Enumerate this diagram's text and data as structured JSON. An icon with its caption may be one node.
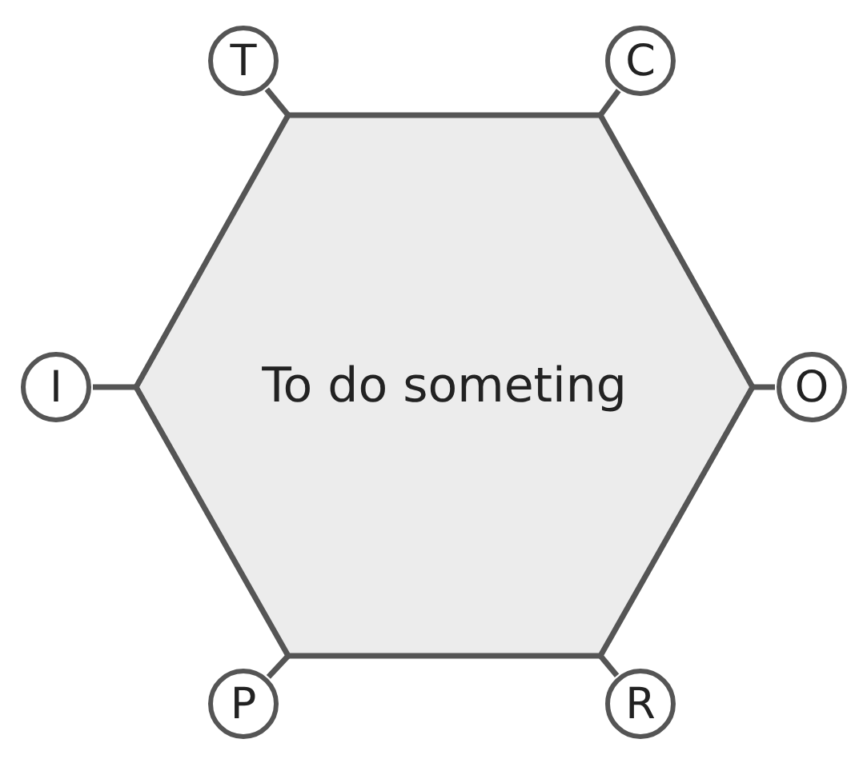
{
  "diagram": {
    "nodes": [
      {
        "text": [
          "To do someting"
        ]
      },
      {
        "text": [
          "T"
        ]
      },
      {
        "text": [
          "C"
        ]
      },
      {
        "text": [
          "I"
        ]
      },
      {
        "text": [
          "O"
        ]
      },
      {
        "text": [
          "P"
        ]
      },
      {
        "text": [
          "R"
        ]
      }
    ],
    "edges": [
      {
        "from": 1,
        "to": 0,
        "arrow": "none"
      },
      {
        "from": 2,
        "to": 0,
        "arrow": "none"
      },
      {
        "from": 3,
        "to": 0,
        "arrow": "none"
      },
      {
        "from": 4,
        "to": 0,
        "arrow": "none"
      },
      {
        "from": 5,
        "to": 0,
        "arrow": "none"
      },
      {
        "from": 6,
        "to": 0,
        "arrow": "none"
      }
    ]
  }
}
